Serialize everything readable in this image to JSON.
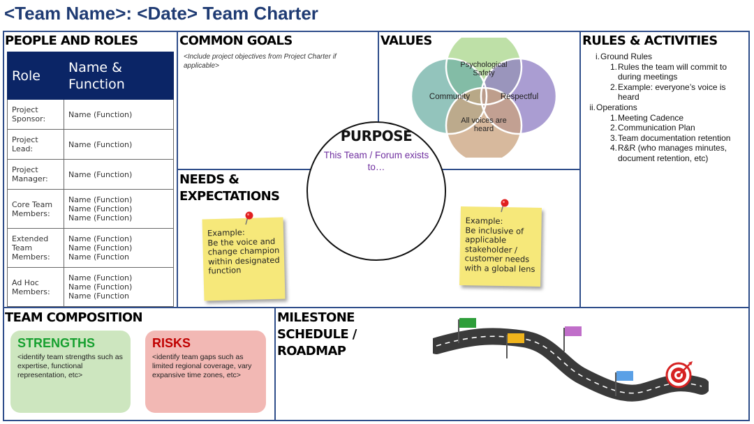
{
  "page_title": "<Team Name>: <Date> Team Charter",
  "people_roles": {
    "heading": "PEOPLE AND ROLES",
    "col_role": "Role",
    "col_name": "Name & Function",
    "rows": [
      {
        "role": "Project Sponsor:",
        "names": [
          "Name (Function)"
        ]
      },
      {
        "role": "Project Lead:",
        "names": [
          "Name (Function)"
        ]
      },
      {
        "role": "Project Manager:",
        "names": [
          "Name (Function)"
        ]
      },
      {
        "role": "Core Team Members:",
        "names": [
          "Name (Function)",
          "Name (Function)",
          "Name (Function)"
        ]
      },
      {
        "role": "Extended Team Members:",
        "names": [
          "Name (Function)",
          "Name (Function)",
          "Name (Function"
        ]
      },
      {
        "role": "Ad Hoc Members:",
        "names": [
          "Name (Function)",
          "Name (Function)",
          "Name (Function"
        ]
      }
    ]
  },
  "common_goals": {
    "heading": "COMMON GOALS",
    "note": "<Include project objectives from Project Charter if applicable>"
  },
  "values": {
    "heading": "VALUES",
    "circles": [
      {
        "label": "Psychological Safety",
        "color": "#a8d68a"
      },
      {
        "label": "Community",
        "color": "#6fb0a5"
      },
      {
        "label": "Respectful",
        "color": "#8e7cc3"
      },
      {
        "label": "All voices are heard",
        "color": "#c9a27c"
      }
    ]
  },
  "rules_activities": {
    "heading": "RULES & ACTIVITIES",
    "groups": [
      {
        "marker": "i.",
        "label": "Ground Rules",
        "items": [
          {
            "marker": "1.",
            "text": "Rules the team will commit to during meetings"
          },
          {
            "marker": "2.",
            "text": "Example: everyone’s voice is heard"
          }
        ]
      },
      {
        "marker": "ii.",
        "label": "Operations",
        "items": [
          {
            "marker": "1.",
            "text": "Meeting Cadence"
          },
          {
            "marker": "2.",
            "text": "Communication Plan"
          },
          {
            "marker": "3.",
            "text": "Team documentation retention"
          },
          {
            "marker": "4.",
            "text": "R&R (who manages minutes, document retention, etc)"
          }
        ]
      }
    ]
  },
  "purpose": {
    "heading": "PURPOSE",
    "text": "This Team / Forum exists to…"
  },
  "needs": {
    "heading": "NEEDS & EXPECTATIONS",
    "sticky_left": {
      "label": "Example:",
      "text": "Be the voice and change champion within designated function"
    },
    "sticky_right": {
      "label": "Example:",
      "text": "Be inclusive of applicable stakeholder / customer needs with a global lens"
    }
  },
  "team_composition": {
    "heading": "TEAM COMPOSITION",
    "strengths": {
      "title": "STRENGTHS",
      "text": "<identify team strengths such as expertise, functional representation, etc>",
      "title_color": "#17a030",
      "bg": "#cde6bf"
    },
    "risks": {
      "title": "RISKS",
      "text": "<identify team gaps such as limited regional coverage, vary expansive time zones, etc>",
      "title_color": "#c00000",
      "bg": "#f2b8b4"
    }
  },
  "milestone": {
    "heading": "MILESTONE SCHEDULE / ROADMAP",
    "flags": [
      {
        "icon": "flag-icon",
        "color": "#2e9e3a"
      },
      {
        "icon": "flag-icon",
        "color": "#f0b41c"
      },
      {
        "icon": "flag-icon",
        "color": "#c06ec9"
      },
      {
        "icon": "flag-icon",
        "color": "#5aa0e6"
      }
    ],
    "target_icon": "target-icon",
    "accent": "#d62222"
  }
}
